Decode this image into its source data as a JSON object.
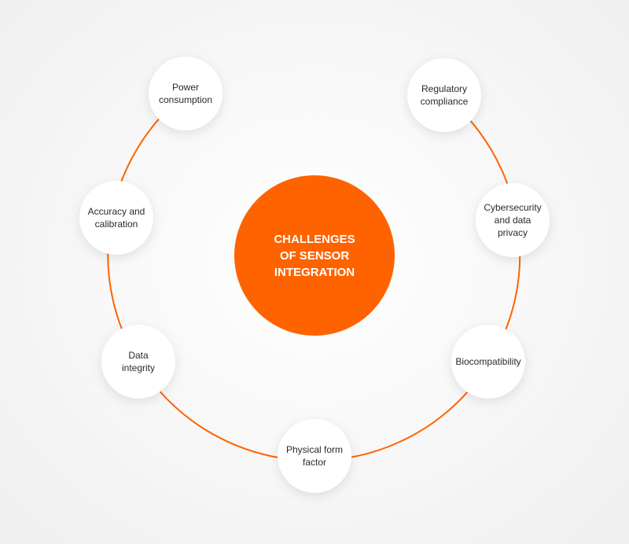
{
  "center": {
    "title": "CHALLENGES OF SENSOR INTEGRATION"
  },
  "nodes": [
    {
      "label": "Power consumption"
    },
    {
      "label": "Regulatory compliance"
    },
    {
      "label": "Accuracy and calibration"
    },
    {
      "label": "Cybersecurity and data privacy"
    },
    {
      "label": "Data integrity"
    },
    {
      "label": "Biocompatibility"
    },
    {
      "label": "Physical form factor"
    }
  ],
  "colors": {
    "accent": "#FF6300",
    "node_bg": "#FFFFFF",
    "text": "#2A2A2A"
  }
}
